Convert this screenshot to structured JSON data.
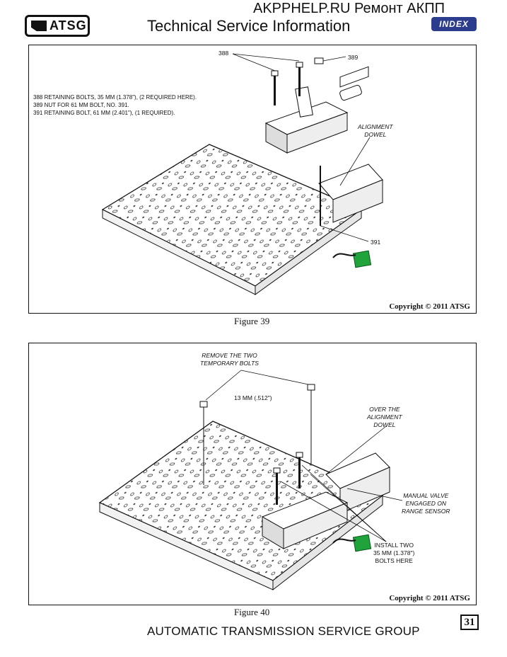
{
  "header": {
    "logo_text": "ATSG",
    "site": "AKPPHELP.RU Ремонт АКПП",
    "title": "Technical Service Information",
    "index_label": "INDEX"
  },
  "figure39": {
    "caption": "Figure 39",
    "copyright": "Copyright © 2011 ATSG",
    "callouts": {
      "bolt388": "388",
      "nut389": "389",
      "bolt391": "391",
      "dowel_line1": "ALIGNMENT",
      "dowel_line2": "DOWEL"
    },
    "legend": [
      "388  RETAINING BOLTS, 35 MM (1.378\"), (2 REQUIRED HERE).",
      "389  NUT FOR 61 MM BOLT, NO. 391.",
      "391  RETAINING BOLT, 61 MM (2.401\"), (1 REQUIRED)."
    ]
  },
  "figure40": {
    "caption": "Figure 40",
    "copyright": "Copyright © 2011 ATSG",
    "remove_line1": "REMOVE THE TWO",
    "remove_line2": "TEMPORARY BOLTS",
    "size_label": "13 MM (.512\")",
    "over_line1": "OVER THE",
    "over_line2": "ALIGNMENT",
    "over_line3": "DOWEL",
    "manual_line1": "MANUAL VALVE",
    "manual_line2": "ENGAGED ON",
    "manual_line3": "RANGE SENSOR",
    "install_line1": "INSTALL TWO",
    "install_line2": "35 MM (1.378\")",
    "install_line3": "BOLTS HERE"
  },
  "footer": {
    "org": "AUTOMATIC TRANSMISSION SERVICE GROUP",
    "page_number": "31"
  },
  "colors": {
    "index_bg": "#2b3d8c",
    "connector_green": "#1fa33a"
  }
}
